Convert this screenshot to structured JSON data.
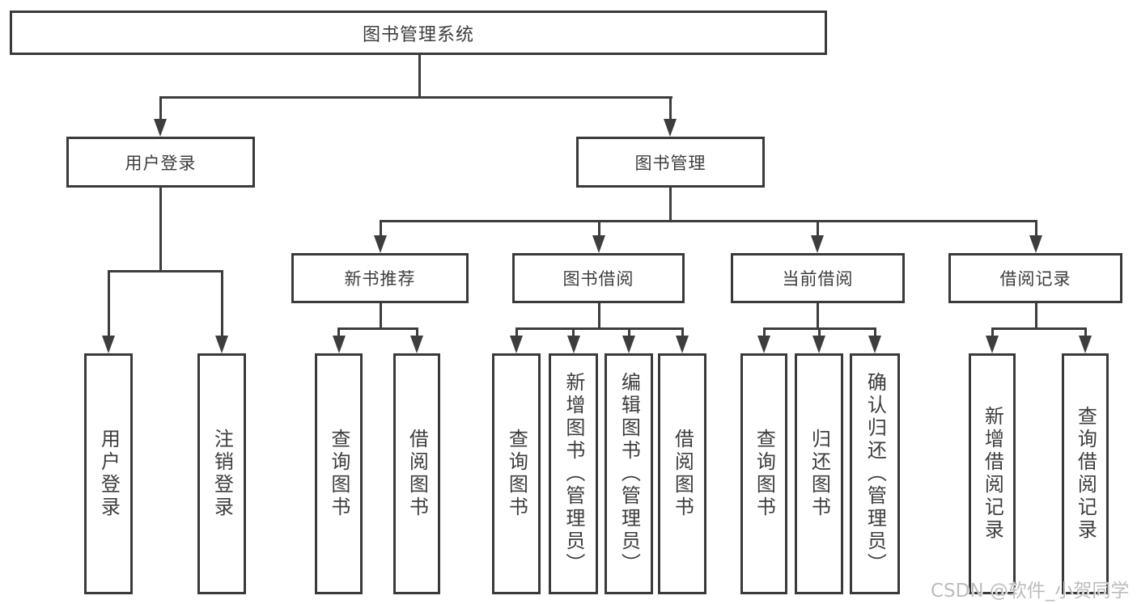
{
  "diagram": {
    "type": "tree",
    "root": {
      "label": "图书管理系统",
      "children": [
        {
          "label": "用户登录",
          "children": [
            {
              "label": "用户登录"
            },
            {
              "label": "注销登录"
            }
          ]
        },
        {
          "label": "图书管理",
          "children": [
            {
              "label": "新书推荐",
              "children": [
                {
                  "label": "查询图书"
                },
                {
                  "label": "借阅图书"
                }
              ]
            },
            {
              "label": "图书借阅",
              "children": [
                {
                  "label": "查询图书"
                },
                {
                  "label": "新增图书（管理员）"
                },
                {
                  "label": "编辑图书（管理员）"
                },
                {
                  "label": "借阅图书"
                }
              ]
            },
            {
              "label": "当前借阅",
              "children": [
                {
                  "label": "查询图书"
                },
                {
                  "label": "归还图书"
                },
                {
                  "label": "确认归还（管理员）"
                }
              ]
            },
            {
              "label": "借阅记录",
              "children": [
                {
                  "label": "新增借阅记录"
                },
                {
                  "label": "查询借阅记录"
                }
              ]
            }
          ]
        }
      ]
    },
    "watermark": "CSDN @软件_小贺同学",
    "colors": {
      "line": "#3d3d3d",
      "box_border": "#3a3a3a",
      "text": "#3d3d3d",
      "watermark": "#bdbdbd",
      "background": "#ffffff"
    }
  }
}
